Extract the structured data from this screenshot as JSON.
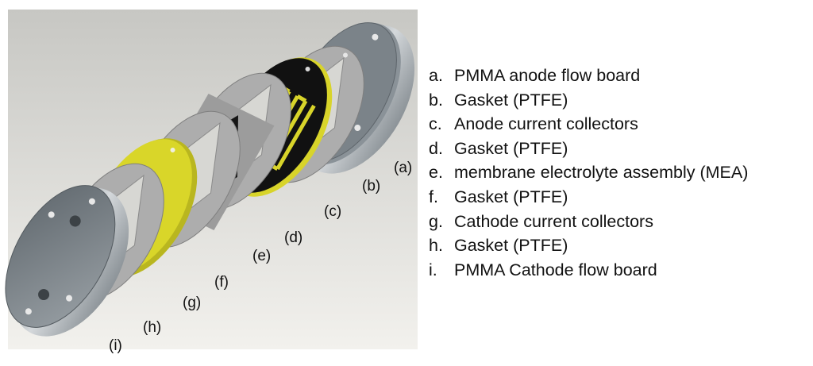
{
  "callouts": [
    "(a)",
    "(b)",
    "(c)",
    "(d)",
    "(e)",
    "(f)",
    "(g)",
    "(h)",
    "(i)"
  ],
  "legend": [
    {
      "key": "a.",
      "text": "PMMA anode flow board"
    },
    {
      "key": "b.",
      "text": "Gasket (PTFE)"
    },
    {
      "key": "c.",
      "text": "Anode current collectors"
    },
    {
      "key": "d.",
      "text": "Gasket (PTFE)"
    },
    {
      "key": "e.",
      "text": "membrane electrolyte assembly (MEA)"
    },
    {
      "key": "f.",
      "text": "Gasket (PTFE)"
    },
    {
      "key": "g.",
      "text": "Cathode current collectors"
    },
    {
      "key": "h.",
      "text": "Gasket (PTFE)"
    },
    {
      "key": "i.",
      "text": "PMMA Cathode flow board"
    }
  ],
  "colors": {
    "endplate": "#8e969c",
    "gasket": "#a9a9a9",
    "cathode_collector": "#d9d629",
    "anode_collector_face": "#111111",
    "anode_collector_rim": "#d8d42a",
    "mea": "#161616",
    "background_top": "#c9c9c6",
    "background_bottom": "#f1f0ec"
  },
  "icons": [
    "fuel-cell-exploded-assembly"
  ]
}
